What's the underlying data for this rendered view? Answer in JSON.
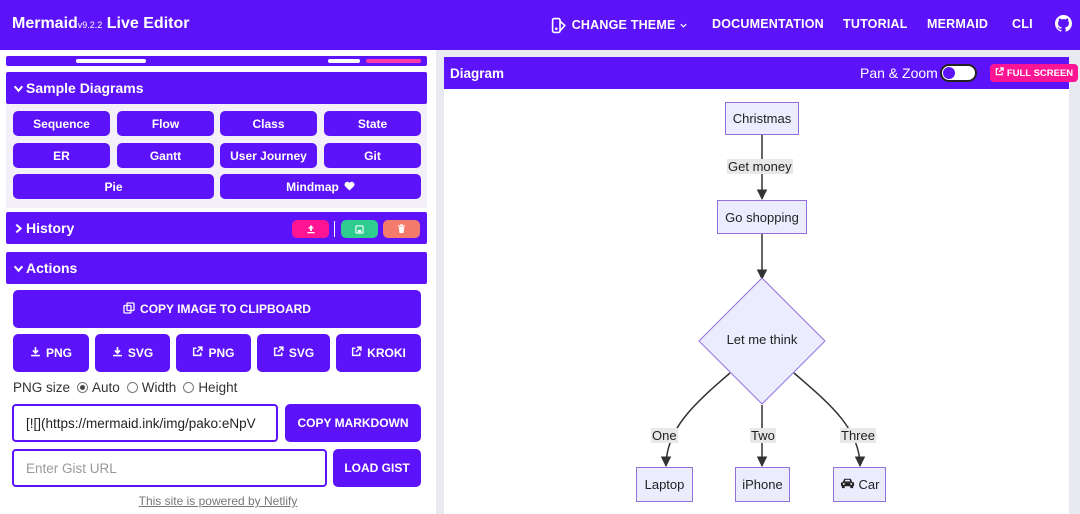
{
  "header": {
    "brand": "Mermaid",
    "version": "v9.2.2",
    "brand_suffix": "Live Editor",
    "nav": {
      "change_theme": "CHANGE THEME",
      "documentation": "DOCUMENTATION",
      "tutorial": "TUTORIAL",
      "mermaid": "MERMAID",
      "cli": "CLI"
    }
  },
  "sample_diagrams": {
    "title": "Sample Diagrams",
    "buttons": [
      "Sequence",
      "Flow",
      "Class",
      "State",
      "ER",
      "Gantt",
      "User Journey",
      "Git",
      "Pie",
      "Mindmap"
    ]
  },
  "history": {
    "title": "History"
  },
  "actions": {
    "title": "Actions",
    "copy_image": "COPY IMAGE TO CLIPBOARD",
    "exports": [
      "PNG",
      "SVG",
      "PNG",
      "SVG",
      "KROKI"
    ],
    "png_size_label": "PNG size",
    "png_size_options": [
      "Auto",
      "Width",
      "Height"
    ],
    "png_size_selected": "Auto",
    "markdown_value": "[![](https://mermaid.ink/img/pako:eNpV",
    "copy_markdown": "COPY MARKDOWN",
    "gist_placeholder": "Enter Gist URL",
    "load_gist": "LOAD GIST",
    "netlify": "This site is powered by Netlify"
  },
  "diagram": {
    "title": "Diagram",
    "pan_zoom": "Pan & Zoom",
    "full_screen": "FULL SCREEN",
    "nodes": {
      "christmas": "Christmas",
      "go_shopping": "Go shopping",
      "think": "Let me think",
      "laptop": "Laptop",
      "iphone": "iPhone",
      "car": "Car"
    },
    "edges": {
      "get_money": "Get money",
      "one": "One",
      "two": "Two",
      "three": "Three"
    }
  },
  "colors": {
    "accent": "#5d13fa",
    "pink": "#ff1493",
    "green": "#2ecc8f",
    "salmon": "#f47a6c",
    "node_fill": "#ececff",
    "node_border": "#9370db"
  }
}
